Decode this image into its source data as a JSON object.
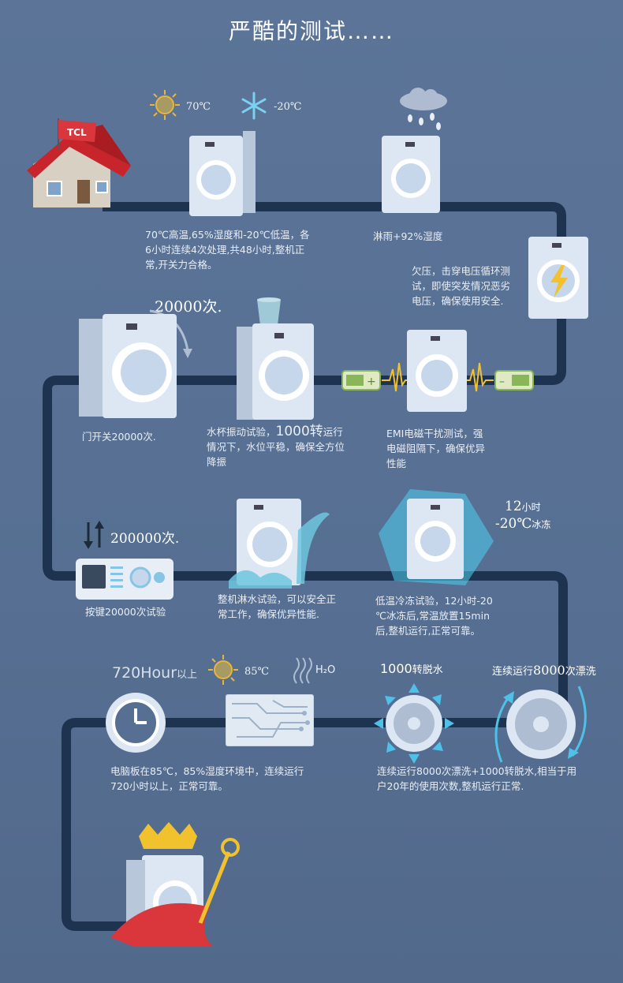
{
  "title": "严酷的测试……",
  "house": {
    "flag": "TCL"
  },
  "step1": {
    "hot": "70℃",
    "cold": "-20℃",
    "desc": [
      "70℃高温,65%湿度和-20℃低温，各",
      "6小时连续4次处理,共48小时,整机正",
      "常,开关力合格。"
    ]
  },
  "step2": {
    "desc": "淋雨+92%湿度"
  },
  "step3": {
    "desc": [
      "欠压，击穿电压循环测",
      "试，即使突发情况恶劣",
      "电压，确保使用安全."
    ]
  },
  "step4": {
    "count": "20000次.",
    "desc": "门开关20000次."
  },
  "step5": {
    "desc_a": "水杯振动试验，",
    "desc_big": "1000转",
    "desc_b": "运行",
    "desc2": [
      "情况下，水位平稳，确保全方位",
      "降振"
    ]
  },
  "step6": {
    "desc": [
      "EMI电磁干扰测试，强",
      "电磁阻隔下，确保优异",
      "性能"
    ]
  },
  "step7": {
    "count": "200000次.",
    "desc": "按键20000次试验"
  },
  "step8": {
    "desc": [
      "整机淋水试验，可以安全正",
      "常工作，确保优异性能."
    ]
  },
  "step9": {
    "hours_big": "12",
    "hours_small": "小时",
    "temp_big": "-20℃",
    "temp_small": "冰冻",
    "desc": [
      "低温冷冻试验，12小时-20",
      "℃冰冻后,常温放置15min",
      "后,整机运行,正常可靠。"
    ]
  },
  "step10": {
    "hours_big": "720Hour",
    "hours_small": "以上",
    "temp": "85℃",
    "h2o": "H₂O",
    "desc": [
      "电脑板在85℃，85%湿度环境中，连续运行",
      "720小时以上，正常可靠。"
    ]
  },
  "step11": {
    "label_a": "1000",
    "label_b": "转脱水"
  },
  "step12": {
    "label_a": "连续运行",
    "label_b": "8000",
    "label_c": "次漂洗",
    "desc": [
      "连续运行8000次漂洗+1000转脱水,相当于用",
      "户20年的使用次数,整机运行正常."
    ]
  },
  "colors": {
    "background": "#566f92",
    "track": "#1d3350",
    "machine": "#dde7f3",
    "accent_yellow": "#f2c12e",
    "accent_red": "#d9373c",
    "ice": "#4fd0f0"
  }
}
